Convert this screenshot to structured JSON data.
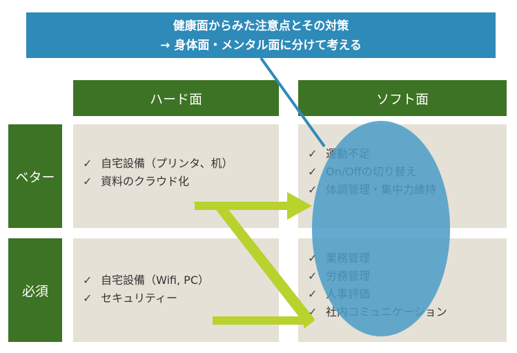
{
  "callout": {
    "line1": "健康面からみた注意点とその対策",
    "line2": "→ 身体面・メンタル面に分けて考える"
  },
  "columns": {
    "hard": "ハード面",
    "soft": "ソフト面"
  },
  "rows": {
    "better": "ベター",
    "required": "必須"
  },
  "check_mark": "✓",
  "cells": {
    "hard_better": [
      "自宅設備（プリンタ、机）",
      "資料のクラウド化"
    ],
    "soft_better": [
      "運動不足",
      "On/Offの切り替え",
      "体調管理・集中力維持"
    ],
    "hard_required": [
      "自宅設備（Wifi, PC）",
      "セキュリティー"
    ],
    "soft_required": [
      "業務管理",
      "労務管理",
      "人事評価",
      "社内コミュニケーション"
    ]
  },
  "colors": {
    "callout_bg": "#2e8ab8",
    "header_bg": "#3d7324",
    "cell_bg": "#e6e1d6",
    "ellipse": "#4a9cc7",
    "arrow": "#b8d22e"
  }
}
